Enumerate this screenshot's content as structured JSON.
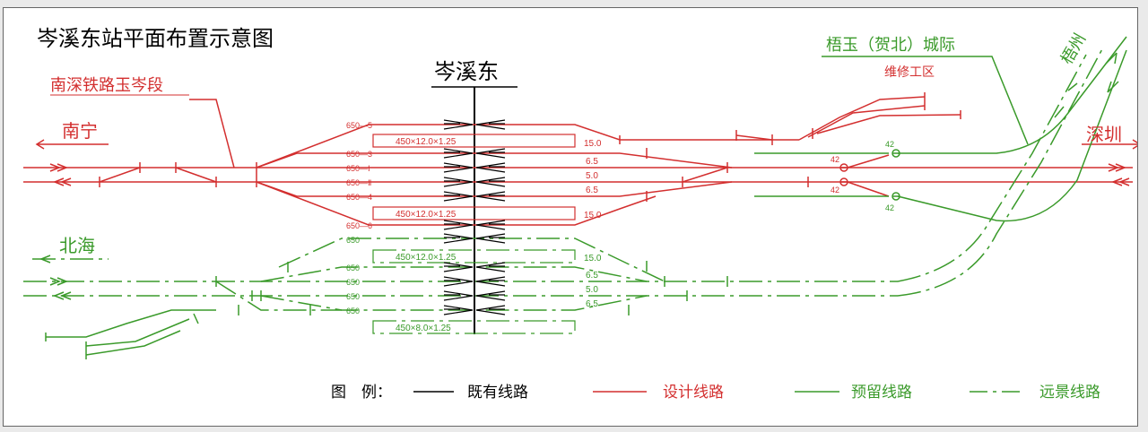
{
  "title": "岑溪东站平面布置示意图",
  "station_name": "岑溪东",
  "labels": {
    "nanning": "南宁",
    "beihai": "北海",
    "shenzhen": "深圳",
    "wuzhou": "梧州",
    "nanshen_section": "南深铁路玉岑段",
    "wuyu_intercity": "梧玉（贺北）城际",
    "maintenance_area": "维修工区"
  },
  "track_labels": {
    "red": [
      "650—5",
      "650—3",
      "650—Ⅰ",
      "650—Ⅱ",
      "650—4",
      "650—6"
    ],
    "green": [
      "650",
      "650",
      "650",
      "650",
      "650"
    ]
  },
  "platforms": {
    "red": [
      "450×12.0×1.25",
      "450×12.0×1.25"
    ],
    "green": [
      "450×12.0×1.25",
      "450×8.0×1.25"
    ]
  },
  "spacings": {
    "red": [
      "15.0",
      "6.5",
      "5.0",
      "6.5",
      "15.0"
    ],
    "green": [
      "15.0",
      "6.5",
      "5.0",
      "6.5"
    ]
  },
  "signal_numbers": [
    "42",
    "42",
    "42",
    "42"
  ],
  "legend": {
    "title": "图　例：",
    "items": [
      {
        "label": "既有线路",
        "color": "#000000"
      },
      {
        "label": "设计线路",
        "color": "#d32f2f"
      },
      {
        "label": "预留线路",
        "color": "#3a9a2a"
      },
      {
        "label": "远景线路",
        "color": "#3a9a2a"
      }
    ]
  },
  "colors": {
    "red": "#d32f2f",
    "green": "#3a9a2a",
    "black": "#000000"
  }
}
